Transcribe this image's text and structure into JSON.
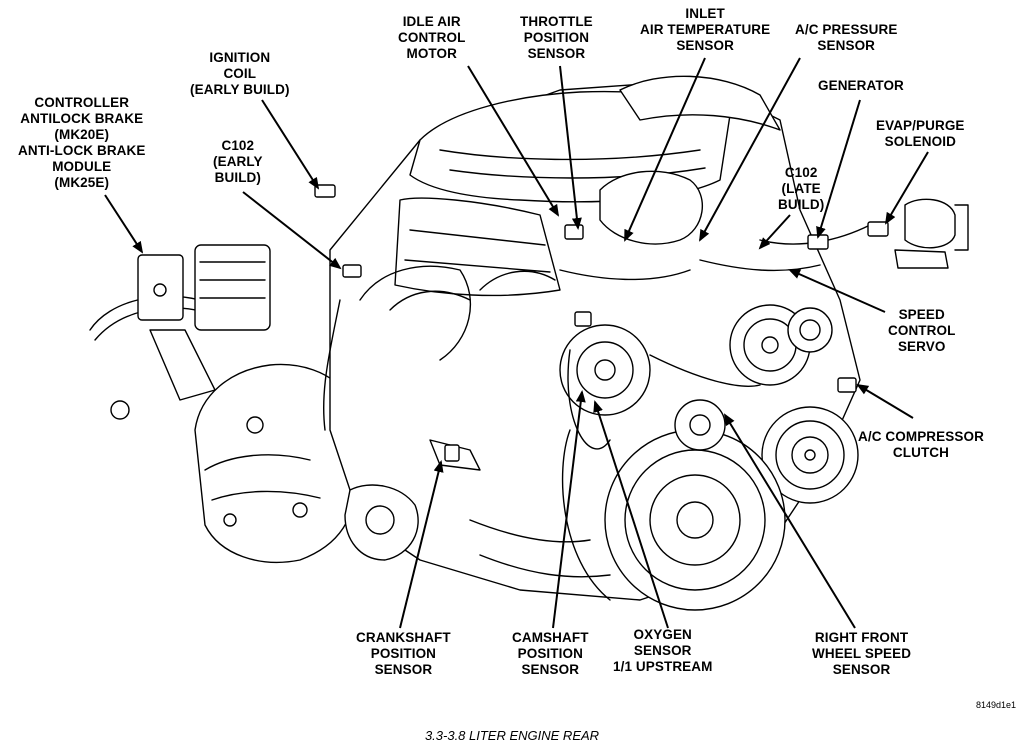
{
  "labels": {
    "controller_abs": [
      "CONTROLLER",
      "ANTILOCK BRAKE",
      "(MK20E)",
      "ANTI-LOCK BRAKE",
      "MODULE",
      "(MK25E)"
    ],
    "ignition_coil": [
      "IGNITION",
      "COIL",
      "(EARLY BUILD)"
    ],
    "c102_early": [
      "C102",
      "(EARLY",
      "BUILD)"
    ],
    "idle_air": [
      "IDLE AIR",
      "CONTROL",
      "MOTOR"
    ],
    "throttle_position": [
      "THROTTLE",
      "POSITION",
      "SENSOR"
    ],
    "inlet_air_temp": [
      "INLET",
      "AIR TEMPERATURE",
      "SENSOR"
    ],
    "ac_pressure": [
      "A/C PRESSURE",
      "SENSOR"
    ],
    "generator": [
      "GENERATOR"
    ],
    "evap_purge": [
      "EVAP/PURGE",
      "SOLENOID"
    ],
    "c102_late": [
      "C102",
      "(LATE",
      "BUILD)"
    ],
    "speed_control_servo": [
      "SPEED",
      "CONTROL",
      "SERVO"
    ],
    "ac_compressor_clutch": [
      "A/C COMPRESSOR",
      "CLUTCH"
    ],
    "crankshaft_sensor": [
      "CRANKSHAFT",
      "POSITION",
      "SENSOR"
    ],
    "camshaft_sensor": [
      "CAMSHAFT",
      "POSITION",
      "SENSOR"
    ],
    "oxygen_sensor": [
      "OXYGEN",
      "SENSOR",
      "1/1 UPSTREAM"
    ],
    "wheel_speed_sensor": [
      "RIGHT FRONT",
      "WHEEL SPEED",
      "SENSOR"
    ]
  },
  "caption": "3.3-3.8 LITER ENGINE REAR",
  "ref_code": "8149d1e1"
}
